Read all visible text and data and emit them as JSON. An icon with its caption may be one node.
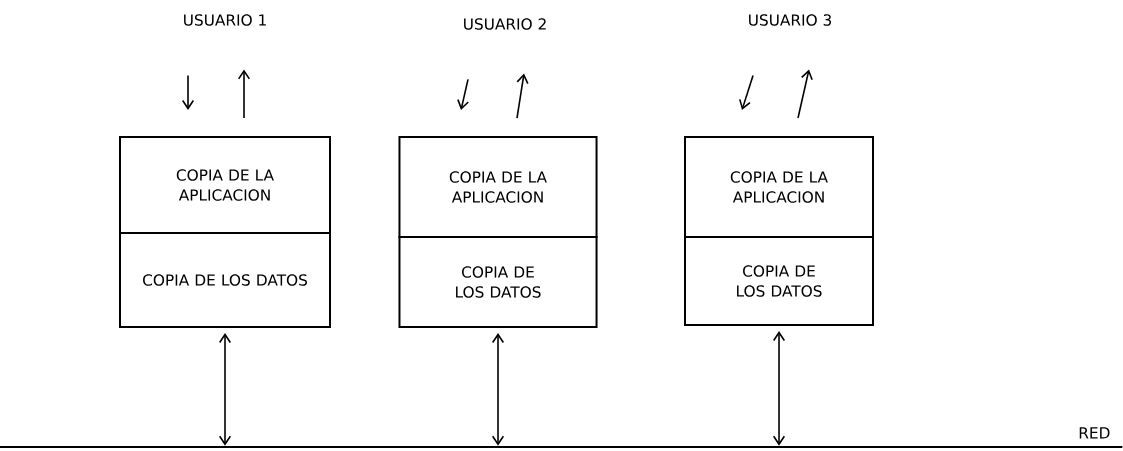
{
  "diagram": {
    "nodes": [
      {
        "text": [
          "USUARIO 1"
        ]
      },
      {
        "text": [
          "USUARIO 2"
        ]
      },
      {
        "text": [
          "USUARIO 3"
        ]
      },
      {
        "text": [
          "COPIA DE LA APLICACION"
        ]
      },
      {
        "text": [
          "COPIA DE LOS DATOS"
        ]
      },
      {
        "text": [
          "COPIA DE LA APLICACION"
        ]
      },
      {
        "text": [
          "COPIA DE LOS DATOS"
        ]
      },
      {
        "text": [
          "COPIA DE LA APLICACION"
        ]
      },
      {
        "text": [
          "COPIA DE LOS DATOS"
        ]
      },
      {
        "text": [],
        "shape": "bar",
        "beside": [
          "RED"
        ]
      }
    ],
    "edges": [
      {
        "from": 0,
        "to": 3,
        "arrow": "to"
      },
      {
        "from": 3,
        "to": 0,
        "arrow": "to"
      },
      {
        "from": 1,
        "to": 5,
        "arrow": "to"
      },
      {
        "from": 5,
        "to": 1,
        "arrow": "to"
      },
      {
        "from": 2,
        "to": 7,
        "arrow": "to"
      },
      {
        "from": 7,
        "to": 2,
        "arrow": "to"
      },
      {
        "from": 4,
        "to": 9,
        "arrow": "both"
      },
      {
        "from": 6,
        "to": 9,
        "arrow": "both"
      },
      {
        "from": 8,
        "to": 9,
        "arrow": "both"
      }
    ]
  }
}
